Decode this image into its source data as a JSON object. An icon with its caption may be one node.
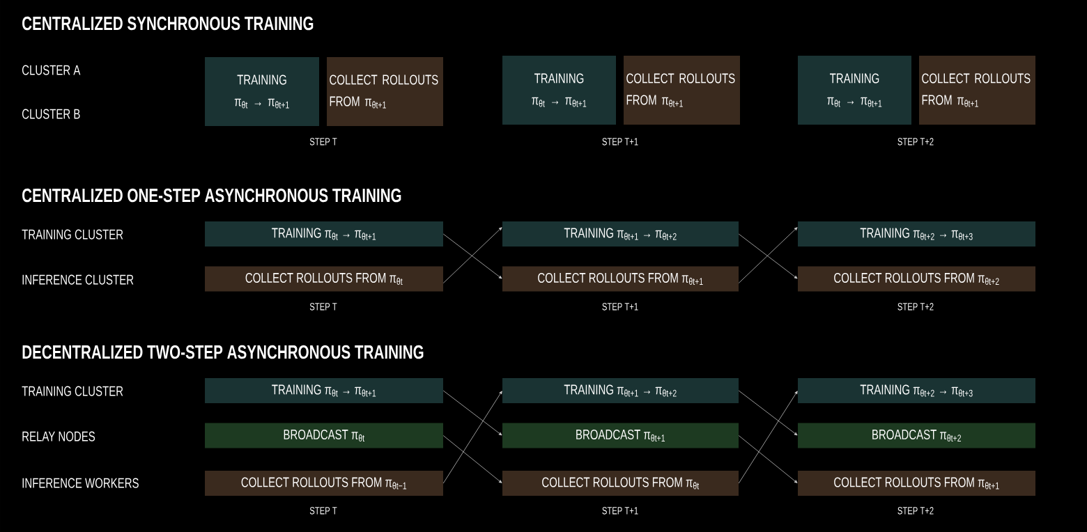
{
  "diagram": {
    "nodes": [
      {
        "text": [
          "TRAINING",
          "π$_{θt}$ → π$_{θt+1}$"
        ]
      },
      {
        "text": [
          "COLLECT ROLLOUTS FROM π$_{θt+1}$"
        ]
      },
      {
        "text": [
          "TRAINING",
          "π$_{θt}$ → π$_{θt+1}$"
        ]
      },
      {
        "text": [
          "COLLECT ROLLOUTS FROM π$_{θt+1}$"
        ]
      },
      {
        "text": [
          "TRAINING",
          "π$_{θt}$ → π$_{θt+1}$"
        ]
      },
      {
        "text": [
          "COLLECT ROLLOUTS FROM π$_{θt+1}$"
        ]
      },
      {
        "text": [
          "TRAINING π$_{θt}$ → π$_{θt+1}$"
        ]
      },
      {
        "text": [
          "TRAINING π$_{θt+1}$ → π$_{θt+2}$"
        ]
      },
      {
        "text": [
          "TRAINING π$_{θt+2}$ → π$_{θt+3}$"
        ]
      },
      {
        "text": [
          "COLLECT ROLLOUTS FROM π$_{θt}$"
        ]
      },
      {
        "text": [
          "COLLECT ROLLOUTS FROM π$_{θt+1}$"
        ]
      },
      {
        "text": [
          "COLLECT ROLLOUTS FROM π$_{θt+2}$"
        ]
      },
      {
        "text": [
          "TRAINING π$_{θt}$ → π$_{θt+1}$"
        ]
      },
      {
        "text": [
          "TRAINING π$_{θt+1}$ → π$_{θt+2}$"
        ]
      },
      {
        "text": [
          "TRAINING π$_{θt+2}$ → π$_{θt+3}$"
        ]
      },
      {
        "text": [
          "BROADCAST π$_{θt}$"
        ]
      },
      {
        "text": [
          "BROADCAST π$_{θt+1}$"
        ]
      },
      {
        "text": [
          "BROADCAST π$_{θt+2}$"
        ]
      },
      {
        "text": [
          "COLLECT ROLLOUTS FROM π$_{θt−1}$"
        ]
      },
      {
        "text": [
          "COLLECT ROLLOUTS FROM π$_{θt}$"
        ]
      },
      {
        "text": [
          "COLLECT ROLLOUTS FROM π$_{θt+1}$"
        ]
      }
    ],
    "edges": [
      {
        "from": 6,
        "to": 10,
        "arrow": "to"
      },
      {
        "from": 9,
        "to": 7,
        "arrow": "to"
      },
      {
        "from": 7,
        "to": 11,
        "arrow": "to"
      },
      {
        "from": 10,
        "to": 8,
        "arrow": "to"
      },
      {
        "from": 12,
        "to": 16,
        "arrow": "to"
      },
      {
        "from": 15,
        "to": 19,
        "arrow": "to"
      },
      {
        "from": 18,
        "to": 13,
        "arrow": "to"
      },
      {
        "from": 13,
        "to": 17,
        "arrow": "to"
      },
      {
        "from": 16,
        "to": 20,
        "arrow": "to"
      },
      {
        "from": 19,
        "to": 14,
        "arrow": "to"
      }
    ],
    "labels": [
      "CENTRALIZED SYNCHRONOUS TRAINING",
      "CLUSTER A",
      "CLUSTER B",
      "STEP T",
      "STEP T+1",
      "STEP T+2",
      "CENTRALIZED ONE-STEP ASYNCHRONOUS TRAINING",
      "TRAINING CLUSTER",
      "INFERENCE CLUSTER",
      "STEP T",
      "STEP T+1",
      "STEP T+2",
      "DECENTRALIZED TWO-STEP ASYNCHRONOUS TRAINING",
      "TRAINING CLUSTER",
      "RELAY NODES",
      "INFERENCE WORKERS",
      "STEP T",
      "STEP T+1",
      "STEP T+2"
    ]
  }
}
